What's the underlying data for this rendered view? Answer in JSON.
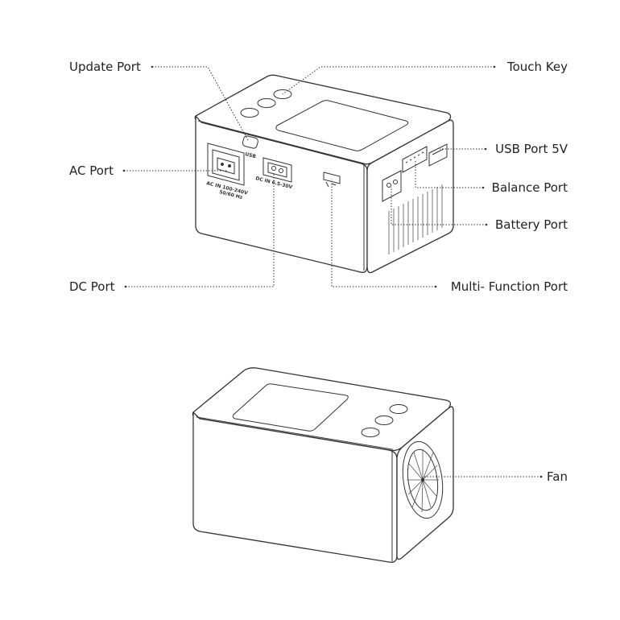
{
  "labels": {
    "update_port": "Update Port",
    "ac_port": "AC Port",
    "dc_port": "DC Port",
    "touch_key": "Touch Key",
    "usb_port_5v": "USB Port 5V",
    "balance_port": "Balance Port",
    "battery_port": "Battery Port",
    "multi_function_port": "Multi- Function Port",
    "fan": "Fan"
  },
  "device_markings": {
    "usb": "USB",
    "ac_in_line1": "AC  IN  100-240V",
    "ac_in_line2": "50/60  Hz",
    "dc_in": "DC  IN  6.5-30V"
  }
}
